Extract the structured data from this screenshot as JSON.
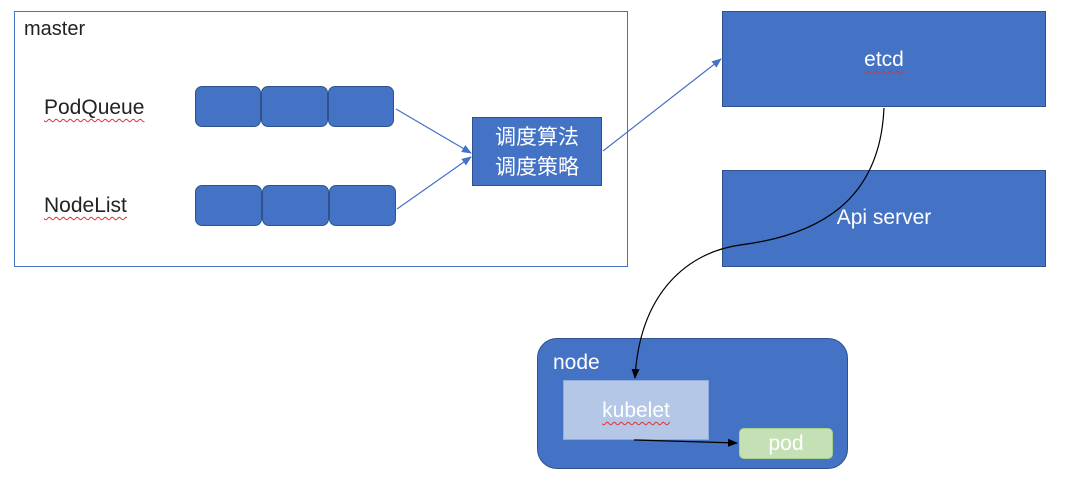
{
  "master": {
    "label": "master",
    "rows": [
      {
        "label": "PodQueue",
        "cells": 3
      },
      {
        "label": "NodeList",
        "cells": 3
      }
    ]
  },
  "scheduler": {
    "line1": "调度算法",
    "line2": "调度策略"
  },
  "etcd": {
    "label": "etcd"
  },
  "api_server": {
    "label": "Api server"
  },
  "node": {
    "label": "node",
    "kubelet": "kubelet",
    "pod": "pod"
  },
  "colors": {
    "box_fill": "#4472c4",
    "box_border": "#2f528f",
    "kubelet_fill": "#b4c7e7",
    "pod_fill": "#c5e0b4",
    "arrow": "#4472c4",
    "connector": "#000000"
  }
}
